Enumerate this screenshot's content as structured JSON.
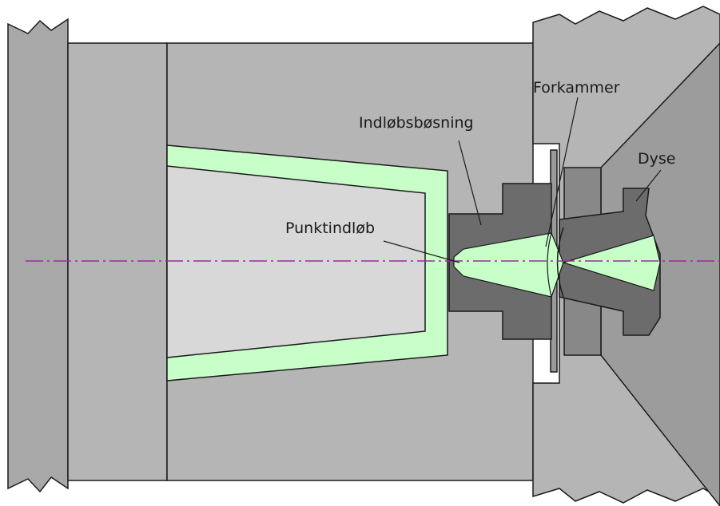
{
  "labels": {
    "inlet_bushing": "Indløbsbøsning",
    "prechamber": "Forkammer",
    "nozzle": "Dyse",
    "pin_gate": "Punktindløb"
  },
  "colors": {
    "background": "#ffffff",
    "mold_plate": "#b5b5b5",
    "edge_plate": "#a8a8a8",
    "nozzle_body": "#9c9c9c",
    "bushing": "#6c6c6c",
    "core": "#d8d8d8",
    "melt": "#c8ffc8",
    "outline": "#1a1a1a",
    "centerline": "#9a2a9a"
  }
}
